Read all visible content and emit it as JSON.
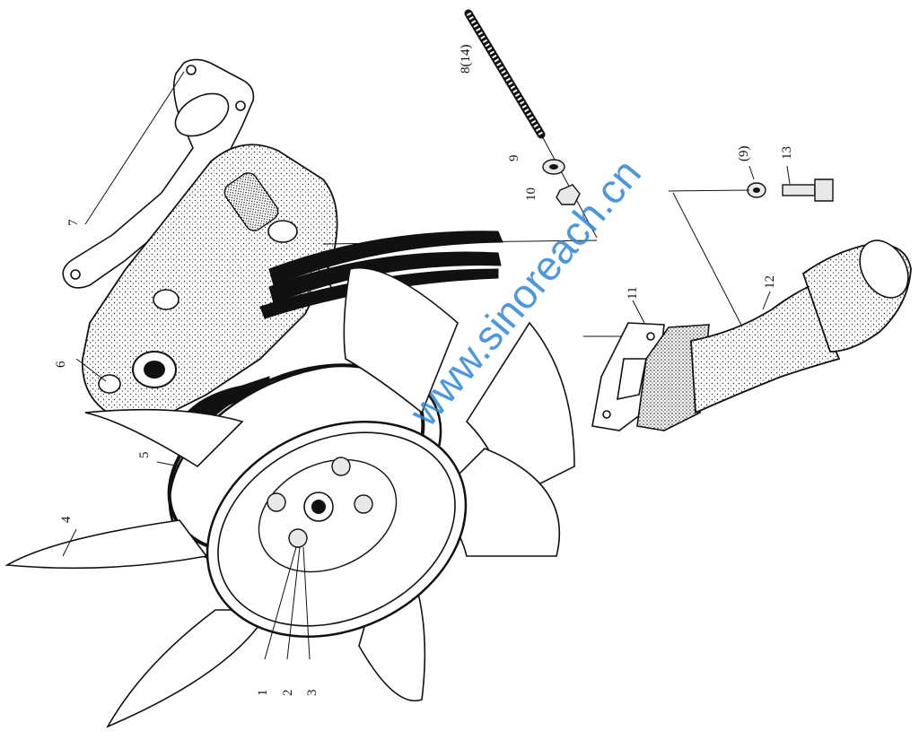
{
  "watermark": "www.sinoreach.cn",
  "labels": {
    "l1": "1",
    "l2": "2",
    "l3": "3",
    "l4": "4",
    "l5": "5",
    "l6": "6",
    "l7": "7",
    "l8": "8(14)",
    "l9": "9",
    "l9b": "(9)",
    "l10": "10",
    "l11": "11",
    "l12": "12",
    "l13": "13"
  }
}
